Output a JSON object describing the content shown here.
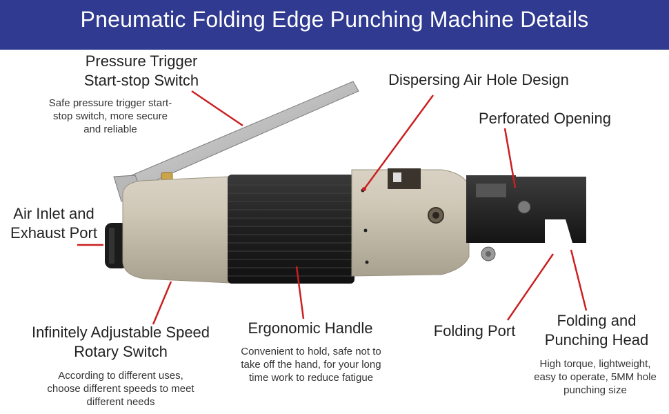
{
  "banner": {
    "title": "Pneumatic Folding Edge Punching Machine Details",
    "color": "#2f3a90"
  },
  "callout_line_color": "#cc1f1f",
  "callouts": {
    "trigger": {
      "title_line1": "Pressure Trigger",
      "title_line2": "Start-stop Switch",
      "desc_line1": "Safe pressure trigger start-",
      "desc_line2": "stop switch, more secure",
      "desc_line3": "and reliable"
    },
    "air_hole": {
      "title": "Dispersing Air Hole Design"
    },
    "perforated": {
      "title": "Perforated Opening"
    },
    "air_inlet": {
      "title_line1": "Air Inlet and",
      "title_line2": "Exhaust Port"
    },
    "speed": {
      "title_line1": "Infinitely Adjustable Speed",
      "title_line2": "Rotary Switch",
      "desc_line1": "According to different uses,",
      "desc_line2": "choose different speeds to meet",
      "desc_line3": "different needs"
    },
    "handle": {
      "title": "Ergonomic Handle",
      "desc_line1": "Convenient to hold, safe not to",
      "desc_line2": "take off the hand, for your long",
      "desc_line3": "time work to reduce fatigue"
    },
    "folding_port": {
      "title": "Folding Port"
    },
    "head": {
      "title_line1": "Folding and",
      "title_line2": "Punching Head",
      "desc_line1": "High torque, lightweight,",
      "desc_line2": "easy to operate, 5MM hole",
      "desc_line3": "punching size"
    }
  }
}
